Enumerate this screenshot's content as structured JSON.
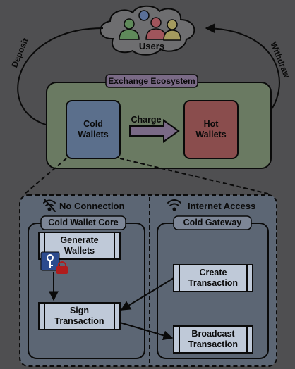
{
  "users_label": "Users",
  "deposit_label": "Deposit",
  "withdraw_label": "Withdraw",
  "ecosystem": {
    "title": "Exchange Ecosystem",
    "cold_wallets": "Cold\nWallets",
    "charge_label": "Charge",
    "hot_wallets": "Hot\nWallets"
  },
  "left_panel": {
    "header": "No Connection",
    "core_title": "Cold Wallet Core",
    "generate": "Generate\nWallets",
    "sign": "Sign\nTransaction"
  },
  "right_panel": {
    "header": "Internet Access",
    "gateway_title": "Cold Gateway",
    "create": "Create\nTransaction",
    "broadcast": "Broadcast\nTransaction"
  },
  "colors": {
    "background": "#4f4f51",
    "ecosystem_fill": "#6a7a62",
    "cold_fill": "#5b6f8c",
    "hot_fill": "#8a4d4d",
    "panel_fill": "#5c6674",
    "box_fill": "#bfc9d8",
    "key_blue": "#2c4b8e",
    "lock_red": "#b01c1c"
  }
}
